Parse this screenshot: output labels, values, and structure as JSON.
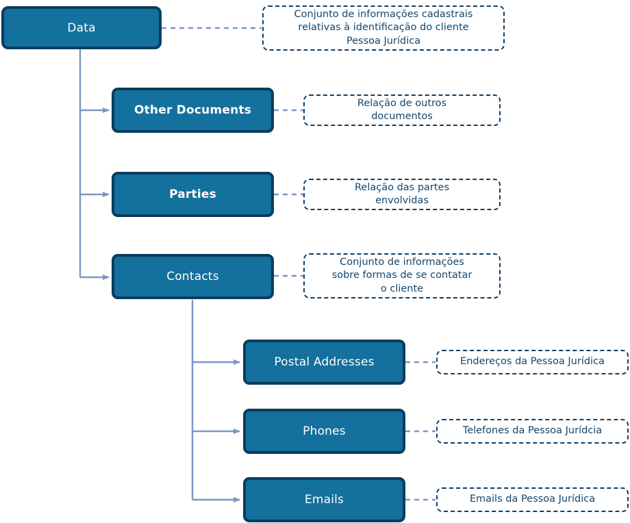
{
  "diagram": {
    "title": "Data hierarchy diagram",
    "colors": {
      "node_fill": "#14709c",
      "node_border": "#0a3c5e",
      "node_text": "#ffffff",
      "note_border": "#0f3d63",
      "note_text": "#14456b",
      "connector": "#7a95c4",
      "background": "#ffffff"
    }
  },
  "nodes": [
    {
      "id": "data",
      "label": "Data"
    },
    {
      "id": "other_documents",
      "label": "Other Documents"
    },
    {
      "id": "parties",
      "label": "Parties"
    },
    {
      "id": "contacts",
      "label": "Contacts"
    },
    {
      "id": "postal_addresses",
      "label": "Postal Addresses"
    },
    {
      "id": "phones",
      "label": "Phones"
    },
    {
      "id": "emails",
      "label": "Emails"
    }
  ],
  "notes": [
    {
      "id": "note_data",
      "for": "data",
      "lines": [
        "Conjunto de informações cadastrais",
        "relativas à identificação do cliente",
        "Pessoa Jurídica"
      ]
    },
    {
      "id": "note_other_documents",
      "for": "other_documents",
      "lines": [
        "Relação de outros",
        "documentos"
      ]
    },
    {
      "id": "note_parties",
      "for": "parties",
      "lines": [
        "Relação das partes",
        "envolvidas"
      ]
    },
    {
      "id": "note_contacts",
      "for": "contacts",
      "lines": [
        "Conjunto de informações",
        "sobre formas de se contatar",
        "o cliente"
      ]
    },
    {
      "id": "note_postal_addresses",
      "for": "postal_addresses",
      "lines": [
        "Endereços da Pessoa Jurídica"
      ]
    },
    {
      "id": "note_phones",
      "for": "phones",
      "lines": [
        "Telefones da Pessoa Jurídcia"
      ]
    },
    {
      "id": "note_emails",
      "for": "emails",
      "lines": [
        "Emails da Pessoa Jurídica"
      ]
    }
  ]
}
